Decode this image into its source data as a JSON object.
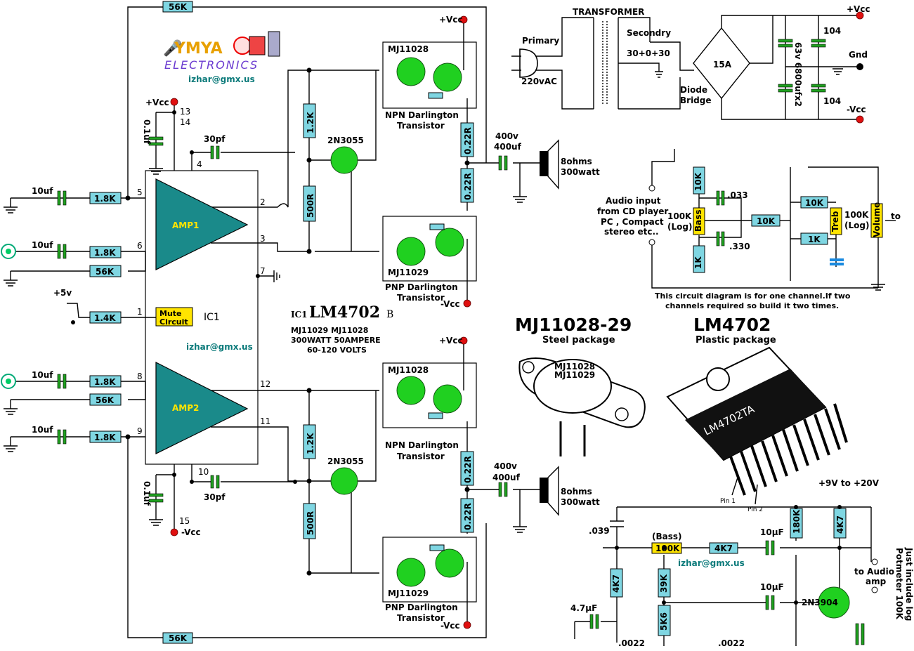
{
  "logo": {
    "brand": "YMYA",
    "subtitle": "ELECTRONICS",
    "email": "izhar@gmx.us"
  },
  "ic": {
    "prefix": "IC1",
    "name": "LM4702",
    "suffix": "B",
    "label": "IC1",
    "amp1": "AMP1",
    "amp2": "AMP2",
    "mute": [
      "Mute",
      "Circuit"
    ],
    "email": "izhar@gmx.us"
  },
  "specs": {
    "line1": "MJ11029    MJ11028",
    "line2": "300WATT 50AMPERE",
    "line3": "60-120 VOLTS"
  },
  "amp_section": {
    "r_feedback_top": "56K",
    "r_feedback_bottom": "56K",
    "r_in": [
      "1.8K",
      "1.8K",
      "1.8K",
      "1.8K"
    ],
    "r_gnd": [
      "56K",
      "56K"
    ],
    "c_in": [
      "10uf",
      "10uf",
      "10uf",
      "10uf"
    ],
    "r_mute": "1.4K",
    "mute_supply": "+5v",
    "c_comp": [
      "30pf",
      "30pf"
    ],
    "c_bypass": [
      "0.1uf",
      "0.1uf"
    ],
    "pins": [
      "13",
      "14",
      "4",
      "5",
      "6",
      "2",
      "3",
      "7",
      "1",
      "8",
      "9",
      "12",
      "11",
      "10",
      "15"
    ],
    "supply_pos": "+Vcc",
    "supply_neg": "-Vcc"
  },
  "output_stage": {
    "npn_part": "MJ11028",
    "pnp_part": "MJ11029",
    "npn_label": [
      "NPN Darlington",
      "Transistor"
    ],
    "pnp_label": [
      "PNP Darlington",
      "Transistor"
    ],
    "driver": "2N3055",
    "r_bias": [
      "1.2K",
      "500R"
    ],
    "r_emitter": [
      "0.22R",
      "0.22R"
    ],
    "c_out": [
      "400v",
      "400uf"
    ],
    "speaker": [
      "8ohms",
      "300watt"
    ],
    "vcc_pos": "+Vcc",
    "vcc_neg": "-Vcc"
  },
  "power_supply": {
    "transformer": "TRANSFORMER",
    "primary": "Primary",
    "mains": "220vAC",
    "secondary": "Secondry",
    "sec_voltage": "30+0+30",
    "bridge_current": "15A",
    "bridge_label": [
      "Diode",
      "Bridge"
    ],
    "cap_main": "63v 6800ufx2",
    "cap_small": [
      "104",
      "104"
    ],
    "out_pos": "+Vcc",
    "out_gnd": "Gnd",
    "out_neg": "-Vcc"
  },
  "tone_control": {
    "input_label": [
      "Audio input",
      "from CD player",
      "PC , Compact",
      "stereo etc.."
    ],
    "bass_pot": [
      "100K",
      "(Log)"
    ],
    "bass": "Bass",
    "treble_pot": [
      "100K",
      "(Log)"
    ],
    "treble": "Treb",
    "volume": "Volume",
    "to": "to",
    "resistors": [
      "10K",
      "1K",
      "10K",
      "10K",
      "1K"
    ],
    "caps": [
      ".033",
      ".330"
    ],
    "note": [
      "This circuit diagram is for one channel.If two",
      "channels required so build it two times."
    ]
  },
  "packages": {
    "mj_title": "MJ11028-29",
    "mj_sub": "Steel package",
    "mj_marking": [
      "MJ11028",
      "MJ11029"
    ],
    "lm_title": "LM4702",
    "lm_sub": "Plastic package",
    "lm_marking": "LM4702TA",
    "pin1": "Pin 1",
    "pin2": "Pin 2"
  },
  "preamp": {
    "supply": "+9V to +20V",
    "bass_label": "(Bass)",
    "pot": "100K",
    "resistors": [
      "4K7",
      "180K",
      "4K7",
      "4K7",
      "39K",
      "5K6"
    ],
    "caps": [
      ".039",
      "10µF",
      "10µF",
      "4.7µF",
      ".0022",
      ".0022"
    ],
    "transistor": "2N3904",
    "to_amp": [
      "to Audio",
      "amp"
    ],
    "side_note": [
      "Just include log",
      "Potmeter 100K"
    ],
    "email": "izhar@gmx.us"
  }
}
